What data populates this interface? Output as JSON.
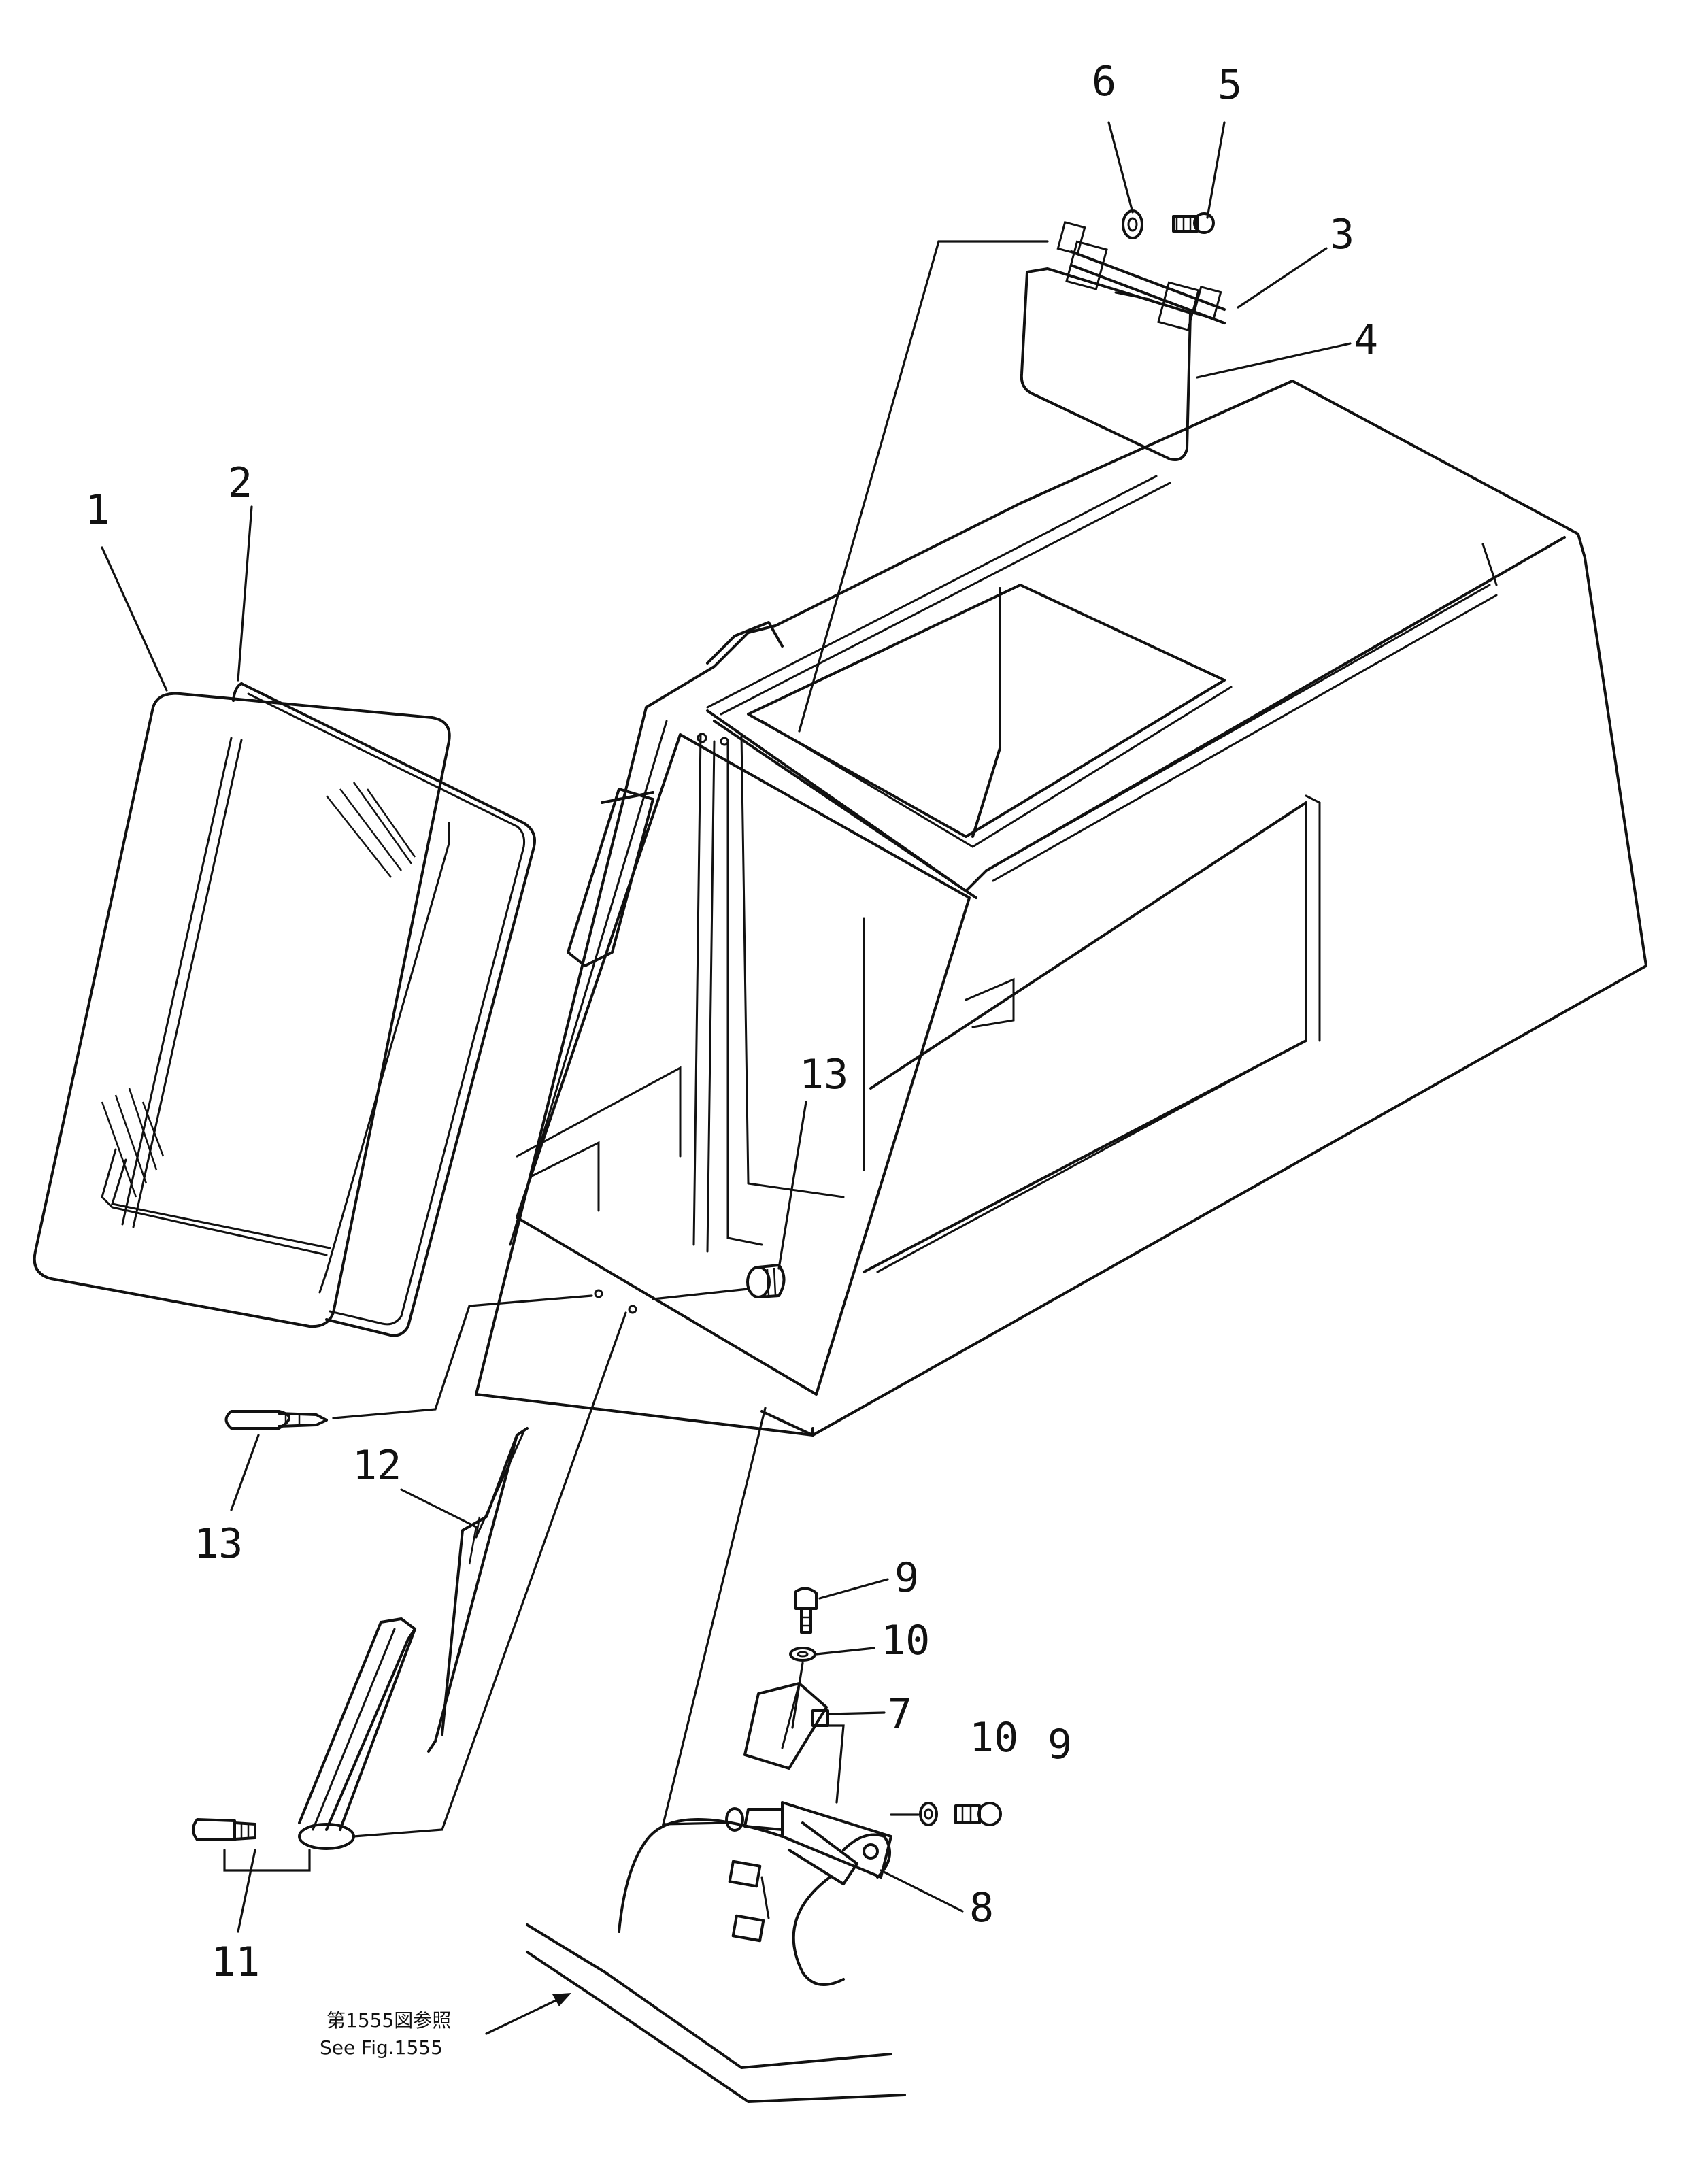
{
  "diagram": {
    "callouts": {
      "c1": "1",
      "c2": "2",
      "c3": "3",
      "c4": "4",
      "c5": "5",
      "c6": "6",
      "c7": "7",
      "c8": "8",
      "c9a": "9",
      "c9b": "9",
      "c10a": "10",
      "c10b": "10",
      "c11": "11",
      "c12": "12",
      "c13a": "13",
      "c13b": "13"
    },
    "reference_note": {
      "japanese": "第1555図参照",
      "english": "See  Fig.1555"
    }
  }
}
